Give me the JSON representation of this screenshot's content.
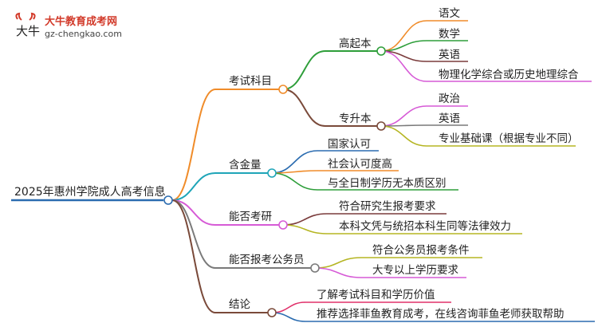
{
  "logo": {
    "title": "大牛教育成考网",
    "url": "gz-chengkao.com",
    "mark": "大牛"
  },
  "root": {
    "label": "2025年惠州学院成人高考信息",
    "color": "#2b6cb0"
  },
  "branches": [
    {
      "id": "kaoshi",
      "label": "考试科目",
      "color": "#f08c2a",
      "children": [
        {
          "label": "高起本",
          "color": "#2e9e3a",
          "children": [
            {
              "label": "语文",
              "color": "#f08c2a"
            },
            {
              "label": "数学",
              "color": "#2e9e3a"
            },
            {
              "label": "英语",
              "color": "#7a3b3b"
            },
            {
              "label": "物理化学综合或历史地理综合",
              "color": "#d65ad6"
            }
          ]
        },
        {
          "label": "专升本",
          "color": "#7a4a3a",
          "children": [
            {
              "label": "政治",
              "color": "#d65ad6"
            },
            {
              "label": "英语",
              "color": "#7a7a7a"
            },
            {
              "label": "专业基础课（根据专业不同）",
              "color": "#b5b522"
            }
          ]
        }
      ]
    },
    {
      "id": "hanjinliang",
      "label": "含金量",
      "color": "#1fa5b8",
      "children": [
        {
          "label": "国家认可",
          "color": "#2b6cb0"
        },
        {
          "label": "社会认可度高",
          "color": "#f08c2a"
        },
        {
          "label": "与全日制学历无本质区别",
          "color": "#2e9e3a"
        }
      ]
    },
    {
      "id": "kaoyan",
      "label": "能否考研",
      "color": "#d65ad6",
      "children": [
        {
          "label": "符合研究生报考要求",
          "color": "#7a3b3b"
        },
        {
          "label": "本科文凭与统招本科生同等法律效力",
          "color": "#b5b522"
        }
      ]
    },
    {
      "id": "gongwuyuan",
      "label": "能否报考公务员",
      "color": "#7a7a7a",
      "children": [
        {
          "label": "符合公务员报考条件",
          "color": "#b5b522"
        },
        {
          "label": "大专以上学历要求",
          "color": "#d65ad6"
        }
      ]
    },
    {
      "id": "jielun",
      "label": "结论",
      "color": "#7a4a3a",
      "children": [
        {
          "label": "了解考试科目和学历价值",
          "color": "#e0306a"
        },
        {
          "label": "推荐选择菲鱼教育成考，在线咨询菲鱼老师获取帮助",
          "color": "#2b6cb0"
        }
      ]
    }
  ]
}
